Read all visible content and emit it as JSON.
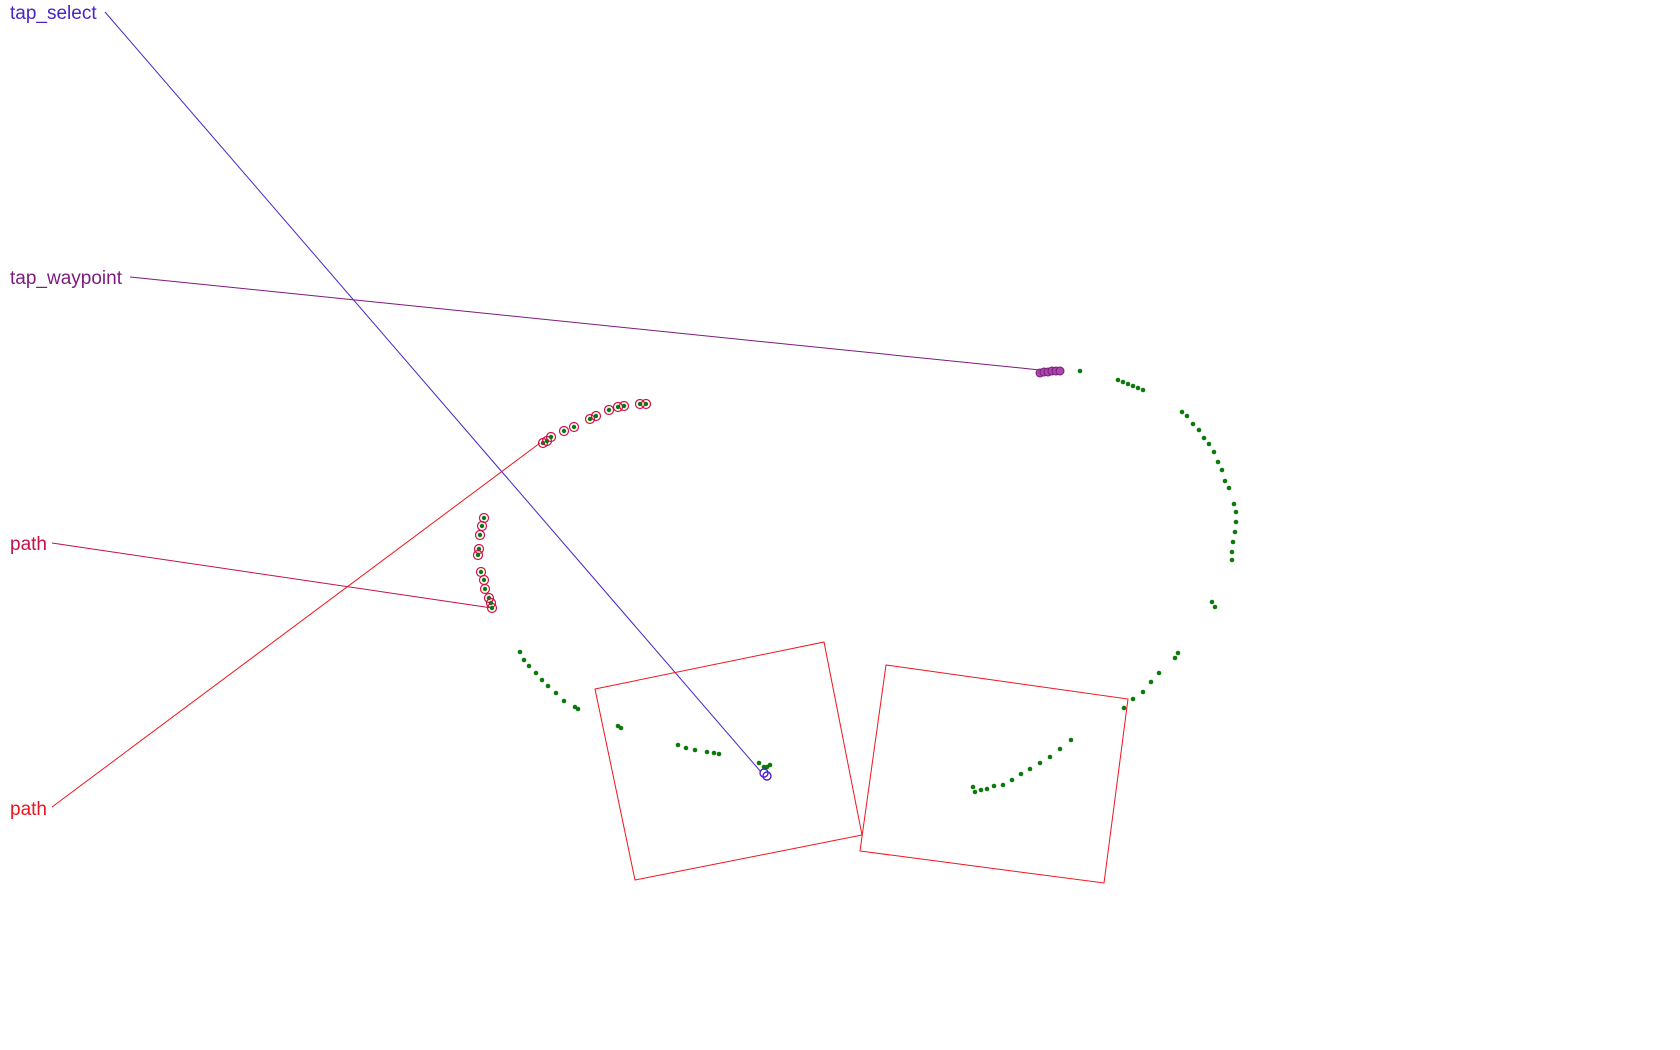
{
  "labels": {
    "tap_select": "tap_select",
    "tap_waypoint": "tap_waypoint",
    "path_upper": "path",
    "path_lower": "path"
  },
  "colors": {
    "tap_select": "#4b22c8",
    "tap_waypoint": "#7d1a7d",
    "path_upper": "#c21247",
    "path_lower": "#f0141e",
    "region": "#f0141e",
    "point": "#0b7a0b"
  }
}
